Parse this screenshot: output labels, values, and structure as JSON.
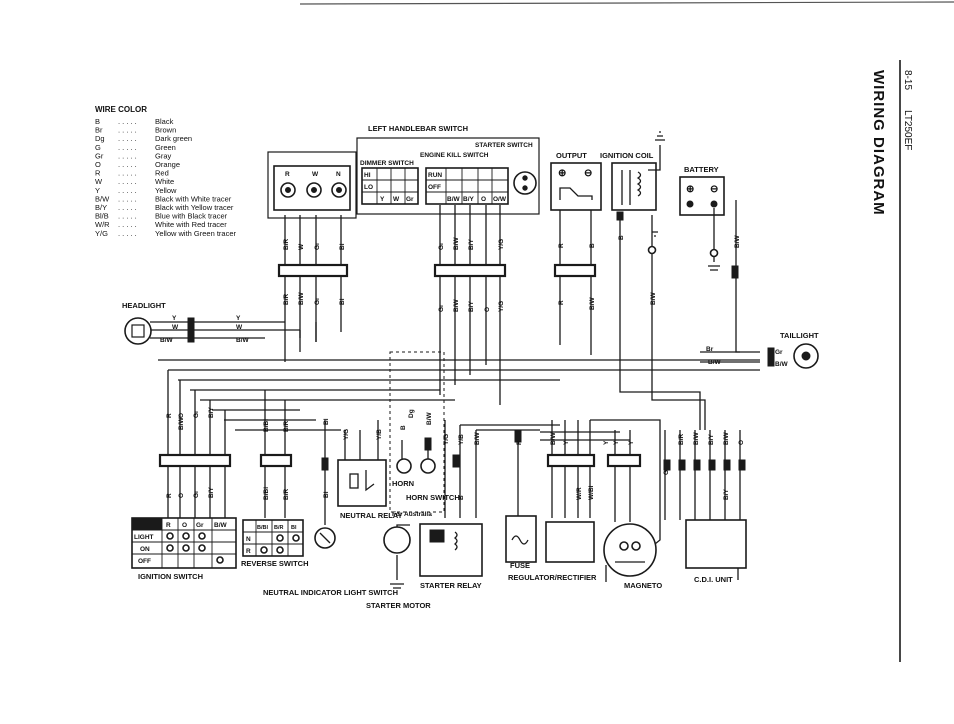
{
  "page": {
    "number": "8-15",
    "model": "LT250EF"
  },
  "title": "WIRING DIAGRAM",
  "wire_color": {
    "heading": "WIRE COLOR",
    "entries": [
      {
        "code": "B",
        "name": "Black"
      },
      {
        "code": "Br",
        "name": "Brown"
      },
      {
        "code": "Dg",
        "name": "Dark green"
      },
      {
        "code": "G",
        "name": "Green"
      },
      {
        "code": "Gr",
        "name": "Gray"
      },
      {
        "code": "O",
        "name": "Orange"
      },
      {
        "code": "R",
        "name": "Red"
      },
      {
        "code": "W",
        "name": "White"
      },
      {
        "code": "Y",
        "name": "Yellow"
      },
      {
        "code": "B/W",
        "name": "Black with White tracer"
      },
      {
        "code": "B/Y",
        "name": "Black with Yellow tracer"
      },
      {
        "code": "Bl/B",
        "name": "Blue with Black tracer"
      },
      {
        "code": "W/R",
        "name": "White with Red tracer"
      },
      {
        "code": "Y/G",
        "name": "Yellow with Green tracer"
      }
    ]
  },
  "components": {
    "left_handlebar_switch": "LEFT HANDLEBAR SWITCH",
    "starter_switch": "STARTER SWITCH",
    "engine_kill_switch": "ENGINE KILL SWITCH",
    "dimmer_switch": "DIMMER SWITCH",
    "output": "OUTPUT",
    "ignition_coil": "IGNITION COIL",
    "battery": "BATTERY",
    "headlight": "HEADLIGHT",
    "taillight": "TAILLIGHT",
    "ignition_switch": "IGNITION SWITCH",
    "reverse_switch": "REVERSE SWITCH",
    "neutral_relay": "NEUTRAL RELAY",
    "horn": "HORN",
    "horn_switch": "HORN SWITCH",
    "for_australia": "For Australia",
    "neutral_indicator_light_switch": "NEUTRAL INDICATOR LIGHT SWITCH",
    "starter_motor": "STARTER MOTOR",
    "starter_relay": "STARTER RELAY",
    "fuse": "FUSE",
    "regulator_rectifier": "REGULATOR/RECTIFIER",
    "magneto": "MAGNETO",
    "cdi_unit": "C.D.I. UNIT"
  },
  "switch_tables": {
    "dimmer": {
      "rows": [
        "HI",
        "LO"
      ],
      "cols": [
        "Y",
        "W",
        "Gr"
      ]
    },
    "engine_kill": {
      "rows": [
        "RUN",
        "OFF"
      ],
      "cols": [
        "B/W",
        "B/Y",
        "O",
        "O/W"
      ]
    },
    "headlight_plug": [
      "R",
      "W",
      "N"
    ],
    "ignition": {
      "cols": [
        "R",
        "O",
        "Gr",
        "B/W"
      ],
      "rows": [
        "LIGHT",
        "ON",
        "OFF"
      ]
    },
    "reverse": {
      "cols": [
        "B/Bl",
        "B/R",
        "Bl"
      ],
      "rows": [
        "N",
        "R"
      ]
    }
  },
  "wire_labels": {
    "headlight": [
      "Y",
      "W",
      "B/W"
    ],
    "taillight": [
      "Br",
      "B/W",
      "Gr",
      "B/W"
    ],
    "left_switch_out": [
      "Gr",
      "B/W",
      "B/Y",
      "Y/G",
      "Gr",
      "B/W",
      "B/Y",
      "O",
      "Y/G"
    ],
    "handle_left": [
      "B/R",
      "W",
      "Gr",
      "Bl",
      "B/R",
      "B/W",
      "Gr",
      "Bl"
    ],
    "output_wires": [
      "R",
      "B",
      "R",
      "B/W"
    ],
    "coil_wires": [
      "B",
      "B/W",
      "B/W"
    ],
    "ign_sw_wires": [
      "R",
      "O",
      "Gr",
      "B/Y",
      "R",
      "O",
      "Gr",
      "B/Y",
      "B/W"
    ],
    "rev_sw_wires": [
      "B/Bl",
      "B/R",
      "B/Bl",
      "B/R"
    ],
    "neutral_wires": [
      "Bl",
      "Y/G",
      "Bl",
      "Y/B",
      "B",
      "B/W",
      "Dg"
    ],
    "relay_wires": [
      "Y/G",
      "Y/B",
      "B/W",
      "B",
      "R"
    ],
    "reg_wires": [
      "B/W",
      "Y",
      "W/R",
      "W/Bl",
      "Y",
      "Y",
      "Y"
    ],
    "cdi_wires": [
      "G",
      "B/R",
      "B/W",
      "B/Y",
      "B/W",
      "O",
      "B/Y"
    ]
  }
}
